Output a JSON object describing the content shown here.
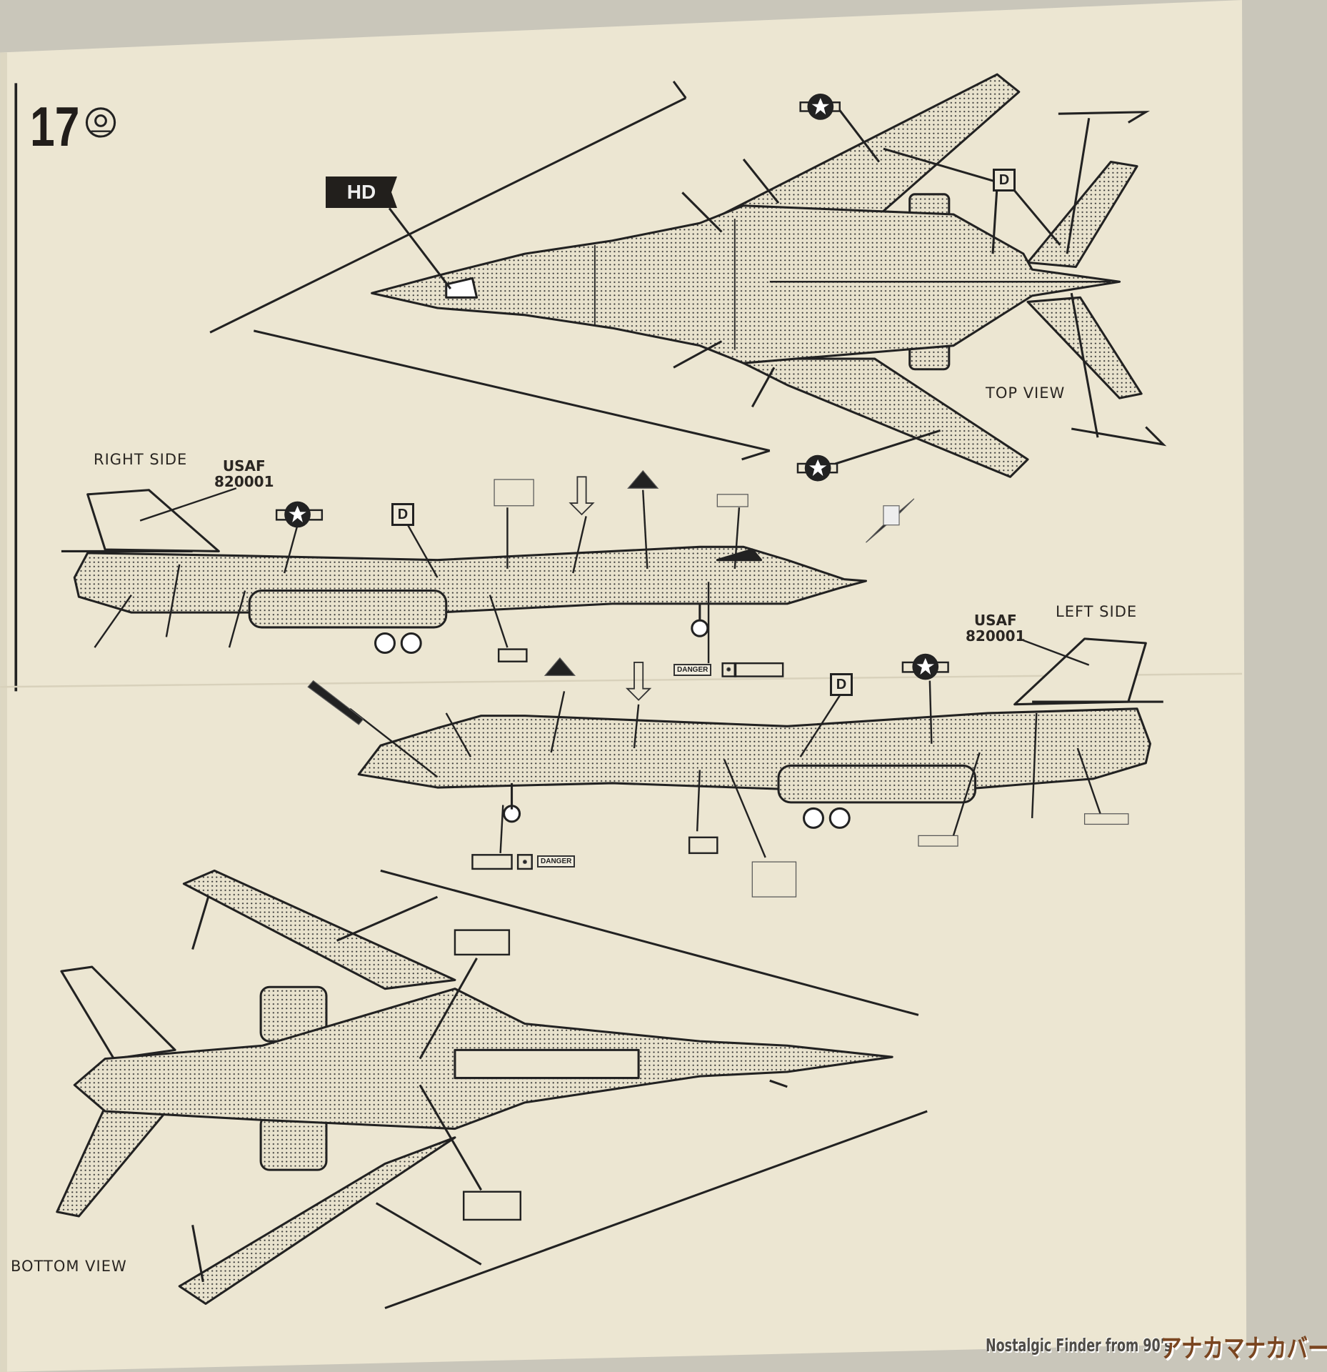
{
  "page": {
    "number": "17",
    "colors": {
      "paper": "#ece6d2",
      "ink": "#221f1c",
      "background": "#c9c6ba"
    }
  },
  "views": {
    "top": "TOP VIEW",
    "right": "RIGHT SIDE",
    "left": "LEFT SIDE",
    "bottom": "BOTTOM VIEW"
  },
  "markings": {
    "usaf_right": {
      "line1": "USAF",
      "line2": "820001"
    },
    "usaf_left": {
      "line1": "USAF",
      "line2": "820001"
    },
    "d_marker": "D",
    "hd_badge": "HD",
    "danger_right": "DANGER",
    "danger_left": "DANGER"
  },
  "watermark": {
    "text": "Nostalgic Finder from 90's",
    "logo": "アナカマナカバー"
  }
}
